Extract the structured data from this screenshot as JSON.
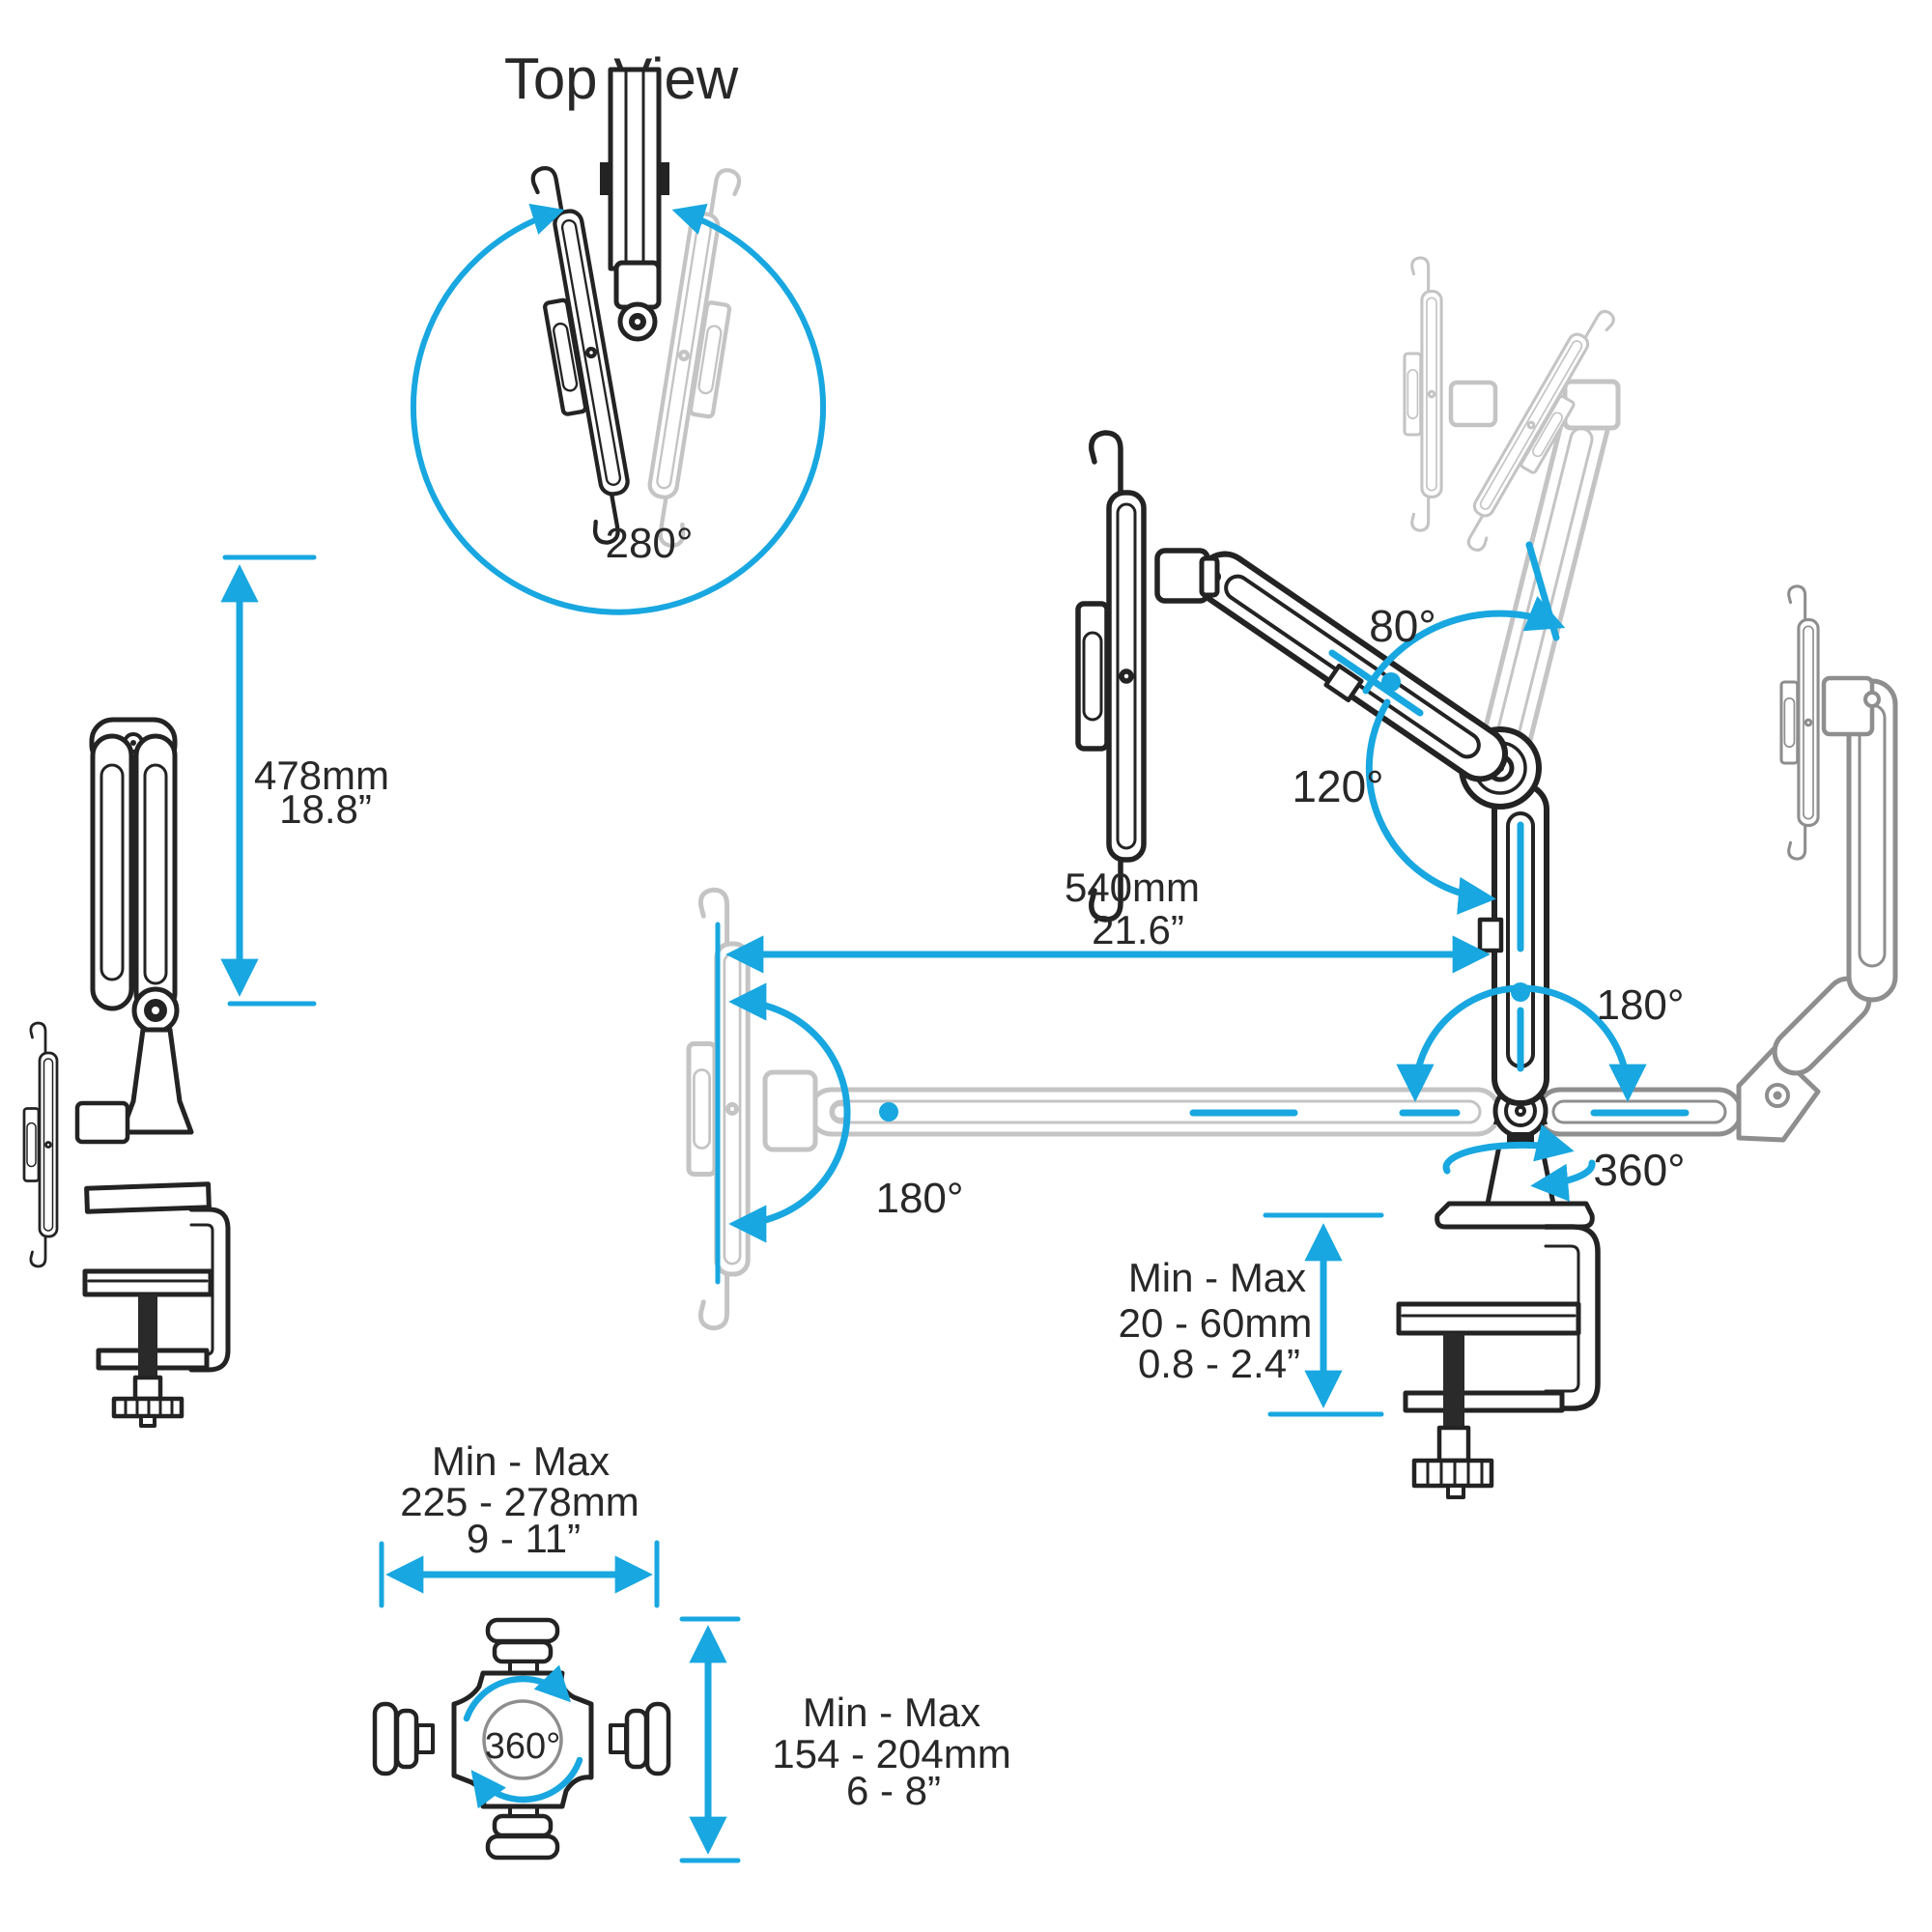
{
  "colors": {
    "accent_blue": "#18a7e0",
    "line_ink": "#232323",
    "ghost_light": "#c4c4c4",
    "ghost_mid": "#8e8e8e",
    "background": "#ffffff"
  },
  "top_view": {
    "title": "Top View",
    "rotation_label": "280°"
  },
  "side_view": {
    "height_mm": "478mm",
    "height_in": "18.8”"
  },
  "main_view": {
    "arm_reach_mm": "540mm",
    "arm_reach_in": "21.6”",
    "upper_arm_tilt": "80°",
    "lower_arm_tilt": "120°",
    "holder_swivel": "180°",
    "arm_swivel": "180°",
    "base_rotation": "360°",
    "clamp_range": {
      "label": "Min - Max",
      "mm": "20 - 60mm",
      "inches": "0.8 - 2.4”"
    }
  },
  "holder_view": {
    "rotation_label": "360°",
    "width_range": {
      "label": "Min - Max",
      "mm": "225 - 278mm",
      "inches": "9 - 11”"
    },
    "height_range": {
      "label": "Min - Max",
      "mm": "154 - 204mm",
      "inches": "6 - 8”"
    }
  }
}
